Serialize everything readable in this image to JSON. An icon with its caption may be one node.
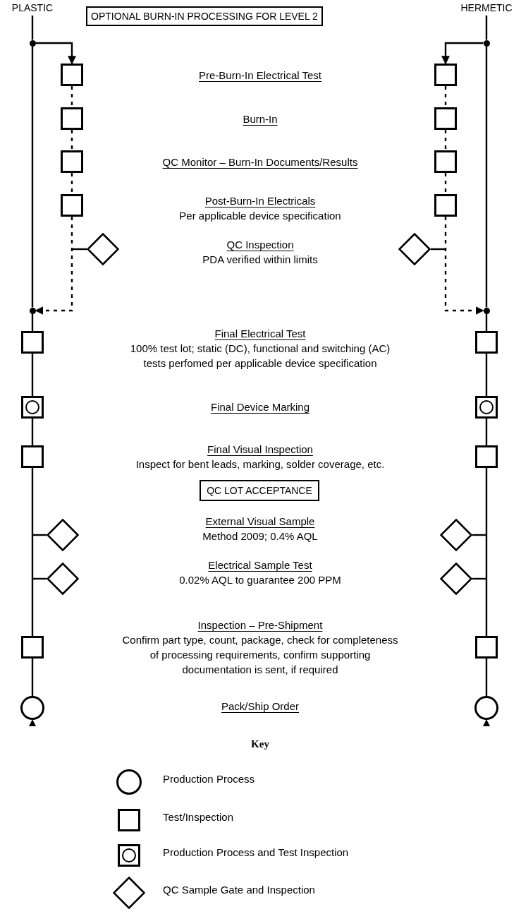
{
  "diagram": {
    "nodes": [
      {
        "text": [
          "PLASTIC"
        ]
      },
      {
        "text": [
          "OPTIONAL BURN-IN PROCESSING FOR LEVEL 2"
        ]
      },
      {
        "text": [
          "HERMETIC"
        ]
      },
      {
        "text": [
          "QC LOT ACCEPTANCE"
        ]
      },
      {
        "text": [],
        "shape": "dot"
      },
      {
        "text": [],
        "shape": "box"
      },
      {
        "text": [],
        "shape": "box"
      },
      {
        "text": [],
        "shape": "box"
      },
      {
        "text": [],
        "shape": "box"
      },
      {
        "text": [],
        "shape": "diamond"
      },
      {
        "text": [],
        "shape": "dot"
      },
      {
        "text": [],
        "shape": "box"
      },
      {
        "text": [],
        "shape": "boxed-circle"
      },
      {
        "text": [],
        "shape": "box"
      },
      {
        "text": [],
        "shape": "diamond"
      },
      {
        "text": [],
        "shape": "diamond"
      },
      {
        "text": [],
        "shape": "box"
      },
      {
        "text": [],
        "shape": "circle"
      },
      {
        "text": [],
        "shape": "dot"
      },
      {
        "text": [],
        "shape": "box"
      },
      {
        "text": [],
        "shape": "box"
      },
      {
        "text": [],
        "shape": "box"
      },
      {
        "text": [],
        "shape": "box"
      },
      {
        "text": [],
        "shape": "diamond"
      },
      {
        "text": [],
        "shape": "dot"
      },
      {
        "text": [],
        "shape": "box"
      },
      {
        "text": [],
        "shape": "boxed-circle"
      },
      {
        "text": [],
        "shape": "box"
      },
      {
        "text": [],
        "shape": "diamond"
      },
      {
        "text": [],
        "shape": "diamond"
      },
      {
        "text": [],
        "shape": "box"
      },
      {
        "text": [],
        "shape": "circle"
      }
    ],
    "edges": [
      {
        "from": 0,
        "to": 4,
        "arrow": "none"
      },
      {
        "from": 4,
        "to": 10,
        "arrow": "none"
      },
      {
        "from": 4,
        "to": 5,
        "arrow": "to"
      },
      {
        "from": 5,
        "to": 6,
        "arrow": "none",
        "style": "dashed"
      },
      {
        "from": 6,
        "to": 7,
        "arrow": "none",
        "style": "dashed"
      },
      {
        "from": 7,
        "to": 8,
        "arrow": "none",
        "style": "dashed"
      },
      {
        "from": 8,
        "to": 10,
        "arrow": "to",
        "style": "dashed"
      },
      {
        "from": 9,
        "to": null,
        "arrow": "none"
      },
      {
        "from": 10,
        "to": 11,
        "arrow": "none"
      },
      {
        "from": 11,
        "to": 12,
        "arrow": "none"
      },
      {
        "from": 12,
        "to": 13,
        "arrow": "none"
      },
      {
        "from": 13,
        "to": 16,
        "arrow": "none"
      },
      {
        "from": 14,
        "to": null,
        "arrow": "none"
      },
      {
        "from": 15,
        "to": null,
        "arrow": "none"
      },
      {
        "from": 16,
        "to": 17,
        "arrow": "none"
      },
      {
        "from": 2,
        "to": 18,
        "arrow": "none"
      },
      {
        "from": 18,
        "to": 24,
        "arrow": "none"
      },
      {
        "from": 18,
        "to": 19,
        "arrow": "to"
      },
      {
        "from": 19,
        "to": 20,
        "arrow": "none",
        "style": "dashed"
      },
      {
        "from": 20,
        "to": 21,
        "arrow": "none",
        "style": "dashed"
      },
      {
        "from": 21,
        "to": 22,
        "arrow": "none",
        "style": "dashed"
      },
      {
        "from": 22,
        "to": 24,
        "arrow": "to",
        "style": "dashed"
      },
      {
        "from": 23,
        "to": null,
        "arrow": "none"
      },
      {
        "from": 24,
        "to": 25,
        "arrow": "none"
      },
      {
        "from": 25,
        "to": 26,
        "arrow": "none"
      },
      {
        "from": 26,
        "to": 27,
        "arrow": "none"
      },
      {
        "from": 27,
        "to": 30,
        "arrow": "none"
      },
      {
        "from": 28,
        "to": null,
        "arrow": "none"
      },
      {
        "from": 29,
        "to": null,
        "arrow": "none"
      },
      {
        "from": 30,
        "to": 31,
        "arrow": "none"
      }
    ],
    "labels": [
      "Pre-Burn-In Electrical Test",
      "Burn-In",
      "QC Monitor – Burn-In Documents/Results",
      "Post-Burn-In Electricals",
      "Per applicable device specification",
      "QC Inspection",
      "PDA verified within limits",
      "Final Electrical Test",
      "100% test lot; static (DC), functional and switching (AC) tests perfomed per applicable device specification",
      "Final Device Marking",
      "Final Visual Inspection",
      "Inspect for bent leads, marking, solder coverage, etc.",
      "External Visual Sample",
      "Method 2009; 0.4% AQL",
      "Electrical Sample Test",
      "0.02% AQL to guarantee 200 PPM",
      "Inspection – Pre-Shipment",
      "Confirm part type, count, package, check for completeness of processing requirements, confirm supporting documentation is sent, if required",
      "Pack/Ship Order",
      "Key"
    ],
    "legend": [
      {
        "text": "Production Process"
      },
      {
        "text": "Test/Inspection"
      },
      {
        "text": "Production Process and Test Inspection"
      },
      {
        "text": "QC Sample Gate and Inspection"
      }
    ]
  }
}
